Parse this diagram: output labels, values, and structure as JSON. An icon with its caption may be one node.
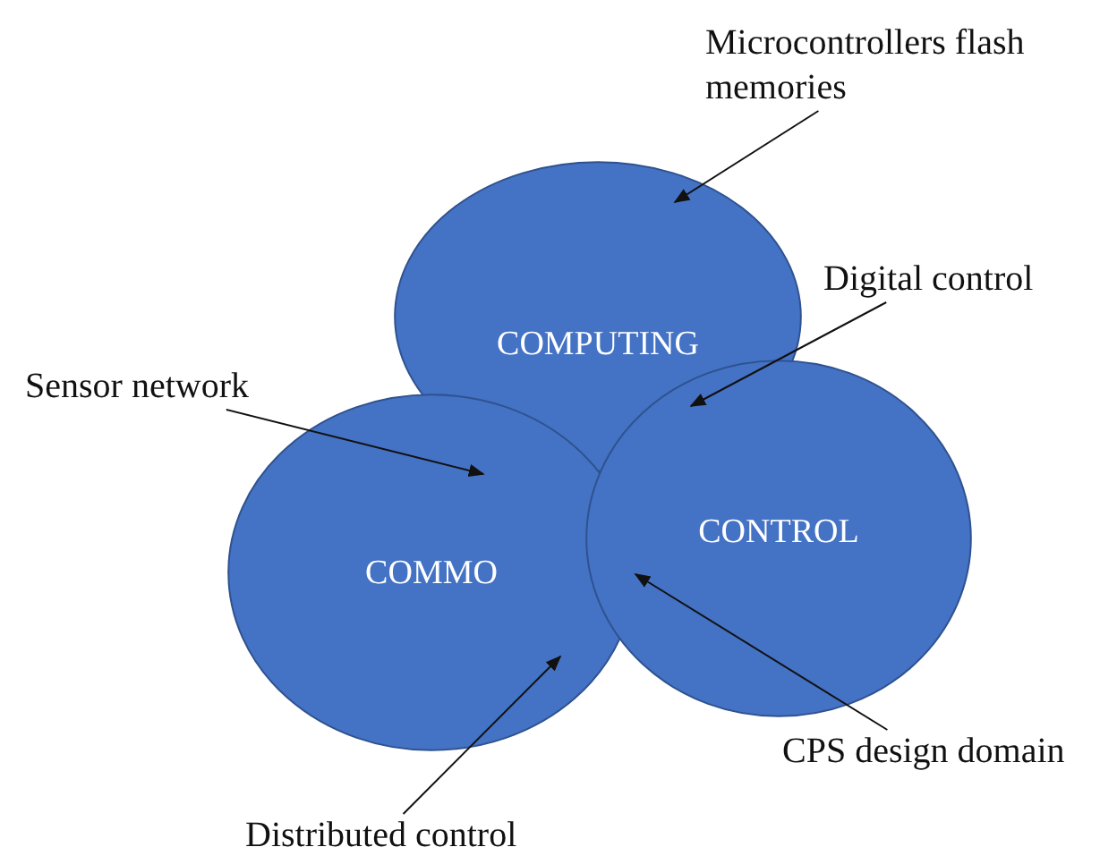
{
  "diagram": {
    "nodes": [
      {
        "text": [
          "COMPUTING"
        ]
      },
      {
        "text": [
          "CONTROL"
        ]
      },
      {
        "text": [
          "COMMO"
        ]
      },
      {
        "text": [
          "Microcontrollers flash memories"
        ]
      },
      {
        "text": [
          "Digital control"
        ]
      },
      {
        "text": [
          "Sensor network"
        ]
      },
      {
        "text": [
          "CPS design domain"
        ]
      },
      {
        "text": [
          "Distributed control"
        ]
      }
    ],
    "edges": [
      {
        "from": 3,
        "to": 0,
        "arrow": "to"
      },
      {
        "from": 4,
        "to": 1,
        "arrow": "to"
      },
      {
        "from": 5,
        "to": 2,
        "arrow": "to"
      },
      {
        "from": 6,
        "to": 1,
        "arrow": "to"
      },
      {
        "from": 7,
        "to": 2,
        "arrow": "to"
      }
    ]
  }
}
